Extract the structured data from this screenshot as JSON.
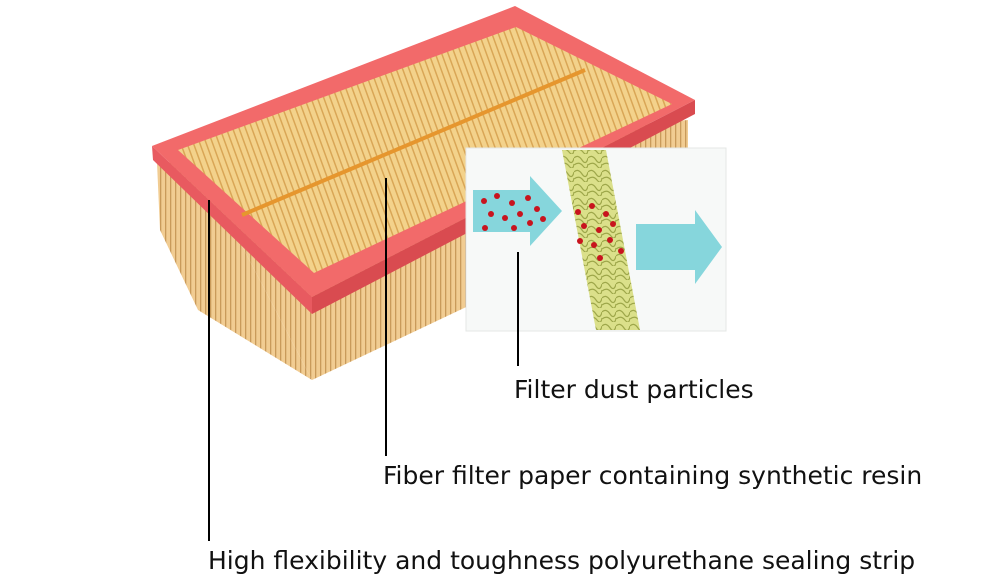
{
  "labels": {
    "dust_particles": "Filter dust particles",
    "filter_paper": "Fiber filter paper containing synthetic resin",
    "sealing_strip": "High flexibility and toughness polyurethane sealing strip"
  },
  "colors": {
    "seal": "#f26a6a",
    "seal_dark": "#d94b50",
    "paper": "#f3d28b",
    "paper_side": "#f0c98a",
    "pleat_line": "#d9a656",
    "arrow": "#86d6dc",
    "particle": "#c8141e",
    "fiber": "#dbe08a",
    "leader": "#000000"
  }
}
